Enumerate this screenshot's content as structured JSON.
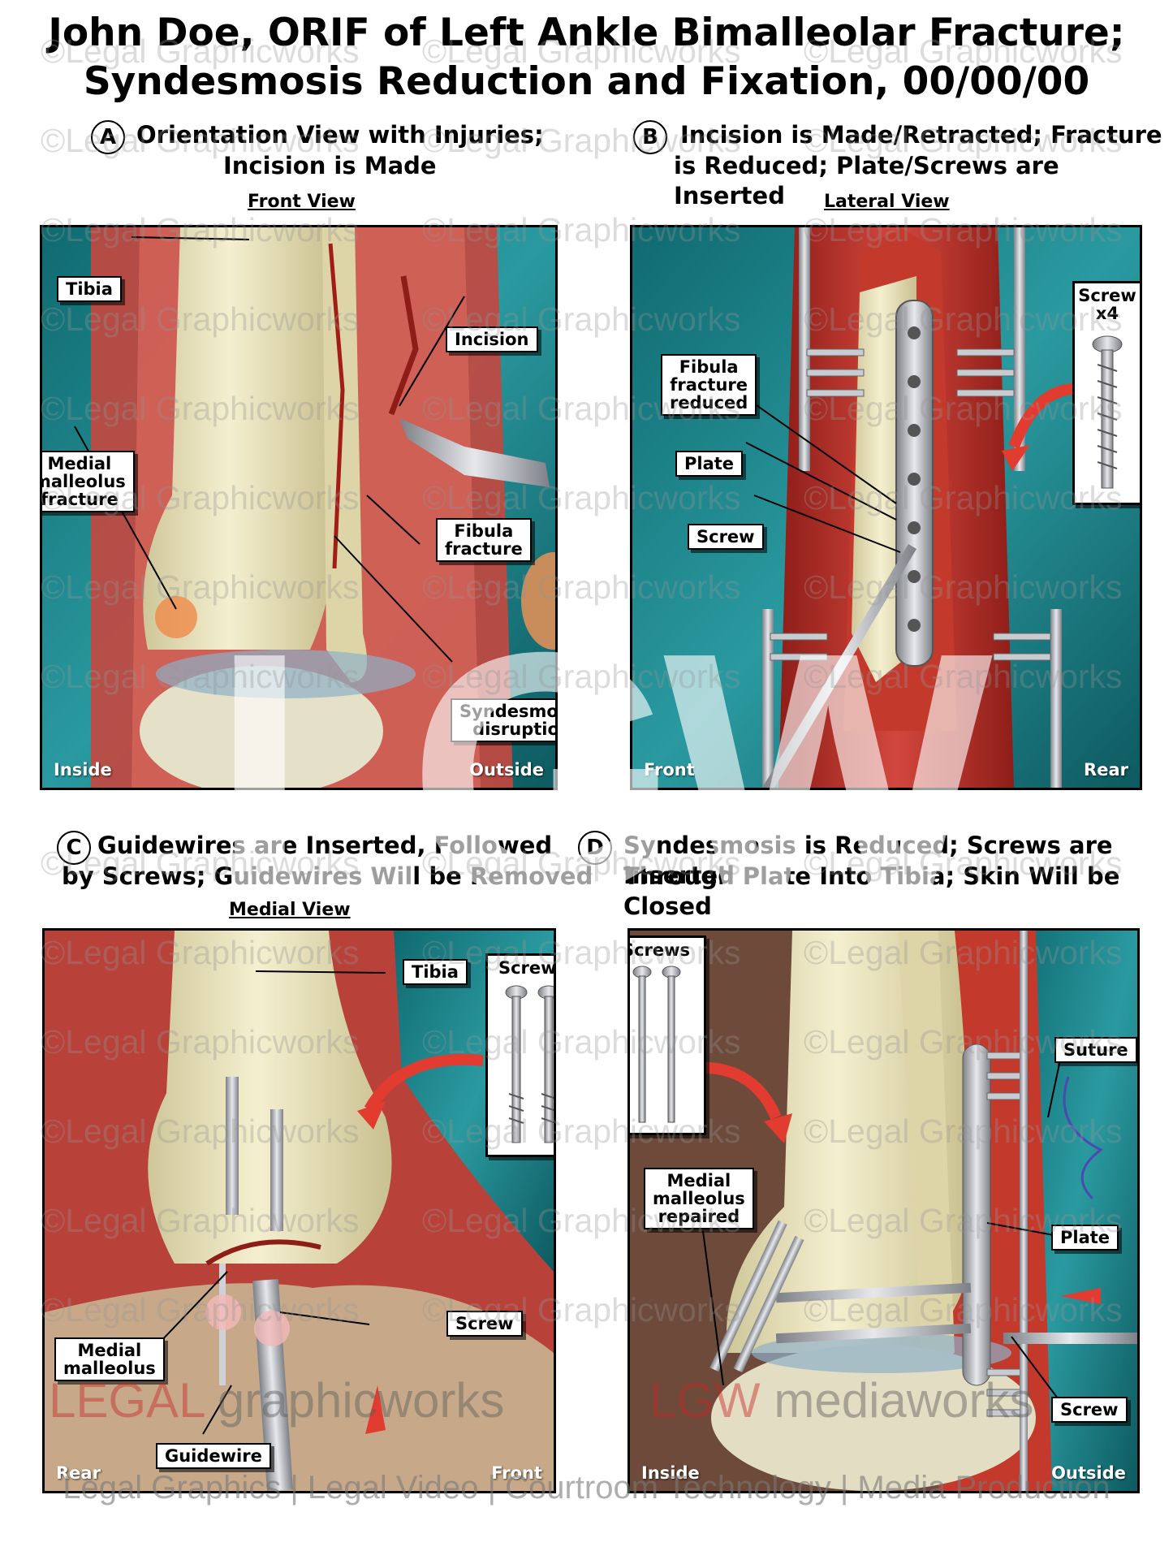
{
  "title": {
    "line1": "John Doe, ORIF of Left Ankle Bimalleolar Fracture;",
    "line2": "Syndesmosis Reduction and Fixation, 00/00/00"
  },
  "panel_a": {
    "letter": "A",
    "title_line1": "Orientation View with Injuries;",
    "title_line2": "Incision is Made",
    "view": "Front View",
    "labels": {
      "tibia": "Tibia",
      "incision": "Incision",
      "medial_fracture": "Medial\nmalleolus\nfracture",
      "fibula_fracture": "Fibula\nfracture",
      "syndesmosis": "Syndesmosis\ndisruption"
    },
    "corner_left": "Inside",
    "corner_right": "Outside"
  },
  "panel_b": {
    "letter": "B",
    "title_line1": "Incision is Made/Retracted; Fracture",
    "title_line2": "is Reduced; Plate/Screws are Inserted",
    "view": "Lateral View",
    "labels": {
      "fibula_reduced": "Fibula\nfracture\nreduced",
      "plate": "Plate",
      "screw": "Screw"
    },
    "inset_label": "Screw\nx4",
    "corner_left": "Front",
    "corner_right": "Rear"
  },
  "panel_c": {
    "letter": "C",
    "title_line1": "Guidewires are Inserted, Followed",
    "title_line2": "by Screws; Guidewires Will be Removed",
    "view": "Medial View",
    "labels": {
      "tibia": "Tibia",
      "medial_malleolus": "Medial\nmalleolus",
      "screw": "Screw",
      "guidewire": "Guidewire"
    },
    "inset_label": "Screws",
    "corner_left": "Rear",
    "corner_right": "Front"
  },
  "panel_d": {
    "letter": "D",
    "title_line1": "Syndesmosis is Reduced; Screws are Inserted",
    "title_line2": "Through Plate Into Tibia; Skin Will be Closed",
    "labels": {
      "medial_repaired": "Medial\nmalleolus\nrepaired",
      "suture": "Suture",
      "plate": "Plate",
      "screw": "Screw"
    },
    "inset_label": "Screws",
    "corner_left": "Inside",
    "corner_right": "Outside"
  },
  "watermark": "©Legal Graphicworks",
  "logo": {
    "left_brand": "LEGAL",
    "left_rest": "graphicworks",
    "right_brand": "LGW",
    "right_rest": "mediaworks"
  },
  "big_mark": "LGW",
  "footer": "Legal Graphics | Legal Video | Courtroom Technology | Media Production",
  "colors": {
    "drape_teal": "#1f8a8f",
    "tissue_red": "#b8302a",
    "bone": "#ece6bf",
    "metal": "#b9bcc2"
  }
}
